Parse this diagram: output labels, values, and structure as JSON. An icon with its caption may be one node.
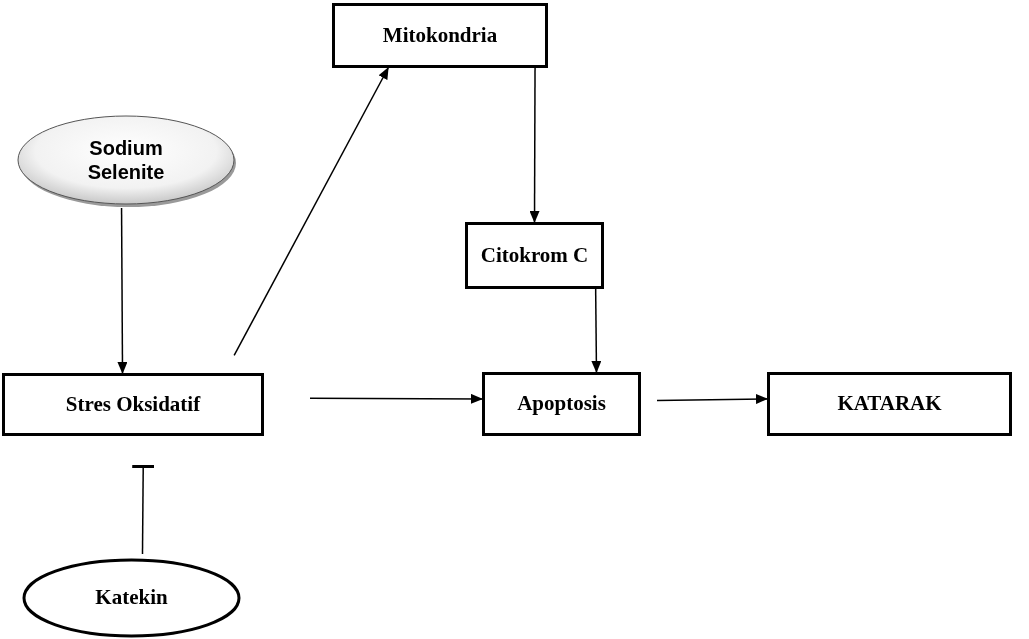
{
  "diagram": {
    "nodes": [
      {
        "text": [
          "Mitokondria"
        ]
      },
      {
        "text": [
          "Sodium Selenite"
        ]
      },
      {
        "text": [
          "Citokrom C"
        ]
      },
      {
        "text": [
          "Stres Oksidatif"
        ]
      },
      {
        "text": [
          "Apoptosis"
        ]
      },
      {
        "text": [
          "KATARAK"
        ]
      },
      {
        "text": [
          "Katekin"
        ]
      }
    ],
    "edges": [
      {
        "from": 1,
        "to": 3,
        "arrow": "to"
      },
      {
        "from": 3,
        "to": 0,
        "arrow": "to"
      },
      {
        "from": 0,
        "to": 2,
        "arrow": "to"
      },
      {
        "from": 2,
        "to": 4,
        "arrow": "to"
      },
      {
        "from": 3,
        "to": 4,
        "arrow": "to"
      },
      {
        "from": 4,
        "to": 5,
        "arrow": "to"
      },
      {
        "from": 6,
        "to": 3,
        "arrow": "other"
      }
    ]
  }
}
